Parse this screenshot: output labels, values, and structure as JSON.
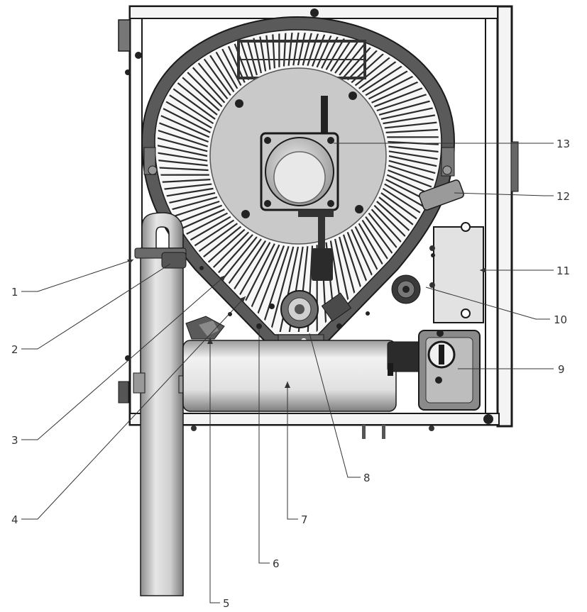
{
  "callouts": [
    {
      "id": "1",
      "label": "1"
    },
    {
      "id": "2",
      "label": "2"
    },
    {
      "id": "3",
      "label": "3"
    },
    {
      "id": "4",
      "label": "4"
    },
    {
      "id": "5",
      "label": "5"
    },
    {
      "id": "6",
      "label": "6"
    },
    {
      "id": "7",
      "label": "7"
    },
    {
      "id": "8",
      "label": "8"
    },
    {
      "id": "9",
      "label": "9"
    },
    {
      "id": "10",
      "label": "10"
    },
    {
      "id": "11",
      "label": "11"
    },
    {
      "id": "12",
      "label": "12"
    },
    {
      "id": "13",
      "label": "13"
    }
  ],
  "colors": {
    "frame": "#1a1a1a",
    "housing_dark": "#5a5a5a",
    "fins": "#2b2b2b",
    "disc": "#c9c9c9",
    "pipe": "#bdbdbd",
    "tank": "#e4e4e4"
  }
}
